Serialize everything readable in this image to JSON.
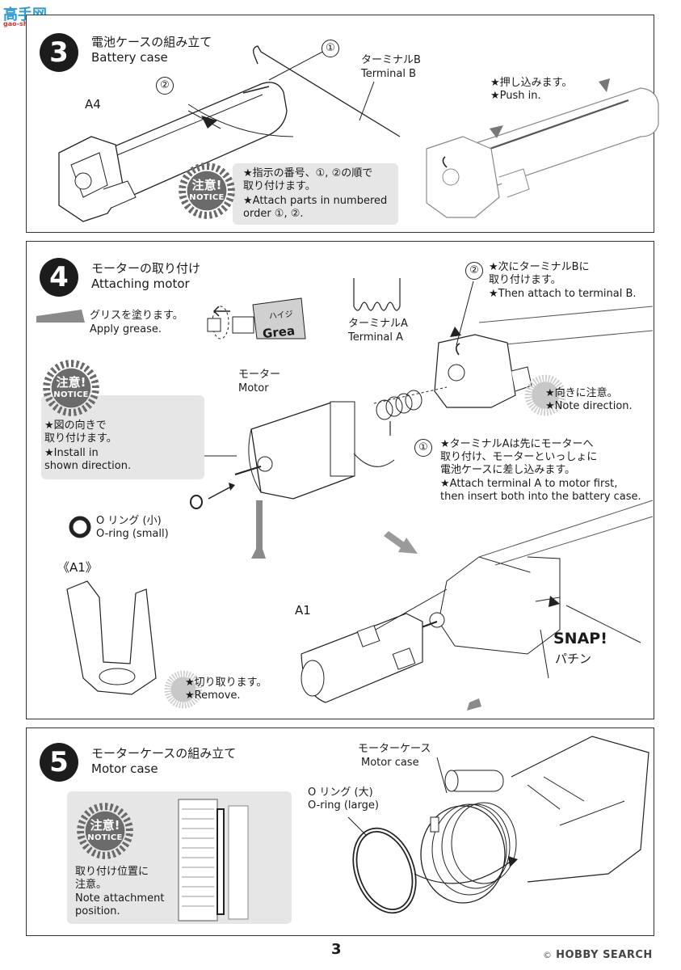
{
  "logo": {
    "text": "高手网",
    "url_text": "gao-shou.com"
  },
  "page_number": "3",
  "watermark": {
    "text": "HOBBY SEARCH",
    "prefix": "©"
  },
  "step3": {
    "number": "3",
    "title_jp": "電池ケースの組み立て",
    "title_en": "Battery case",
    "part_label": "A4",
    "callout_1": "①",
    "callout_2": "②",
    "terminal_b_jp": "ターミナルB",
    "terminal_b_en": "Terminal B",
    "push_jp": "★押し込みます。",
    "push_en": "★Push in.",
    "notice_jp": "注意!",
    "notice_en": "NOTICE",
    "notice_text_jp_1": "★指示の番号、①, ②の順で",
    "notice_text_jp_2": "取り付けます。",
    "notice_text_en_1": "★Attach parts in numbered",
    "notice_text_en_2": "order ①, ②."
  },
  "step4": {
    "number": "4",
    "title_jp": "モーターの取り付け",
    "title_en": "Attaching motor",
    "grease_jp": "グリスを塗ります。",
    "grease_en": "Apply grease.",
    "grease_tube_text": "Grea",
    "grease_tube_jp": "ハイジ",
    "terminal_a_jp": "ターミナルA",
    "terminal_a_en": "Terminal A",
    "callout_2": "②",
    "attach_b_jp_1": "★次にターミナルBに",
    "attach_b_jp_2": "取り付けます。",
    "attach_b_en": "★Then attach to terminal B.",
    "direction_jp": "★向きに注意。",
    "direction_en": "★Note direction.",
    "motor_jp": "モーター",
    "motor_en": "Motor",
    "notice_jp": "注意!",
    "notice_en": "NOTICE",
    "notice_text_jp_1": "★図の向きで",
    "notice_text_jp_2": "取り付けます。",
    "notice_text_en_1": "★Install in",
    "notice_text_en_2": "shown direction.",
    "callout_1": "①",
    "attach_a_jp_1": "★ターミナルAは先にモーターへ",
    "attach_a_jp_2": "取り付け、モーターといっしょに",
    "attach_a_jp_3": "電池ケースに差し込みます。",
    "attach_a_en_1": "★Attach terminal A to motor first,",
    "attach_a_en_2": "then insert both into the battery case.",
    "oring_small_jp": "O リング (小)",
    "oring_small_en": "O-ring (small)",
    "a1_bracket_label": "《A1》",
    "a1_label": "A1",
    "remove_jp": "★切り取ります。",
    "remove_en": "★Remove.",
    "snap_en": "SNAP!",
    "snap_jp": "パチン"
  },
  "step5": {
    "number": "5",
    "title_jp": "モーターケースの組み立て",
    "title_en": "Motor case",
    "motor_case_jp": "モーターケース",
    "motor_case_en": "Motor case",
    "oring_large_jp": "O リング (大)",
    "oring_large_en": "O-ring (large)",
    "notice_jp": "注意!",
    "notice_en": "NOTICE",
    "notice_text_jp_1": "取り付け位置に",
    "notice_text_jp_2": "注意。",
    "notice_text_en_1": "Note attachment",
    "notice_text_en_2": "position."
  }
}
